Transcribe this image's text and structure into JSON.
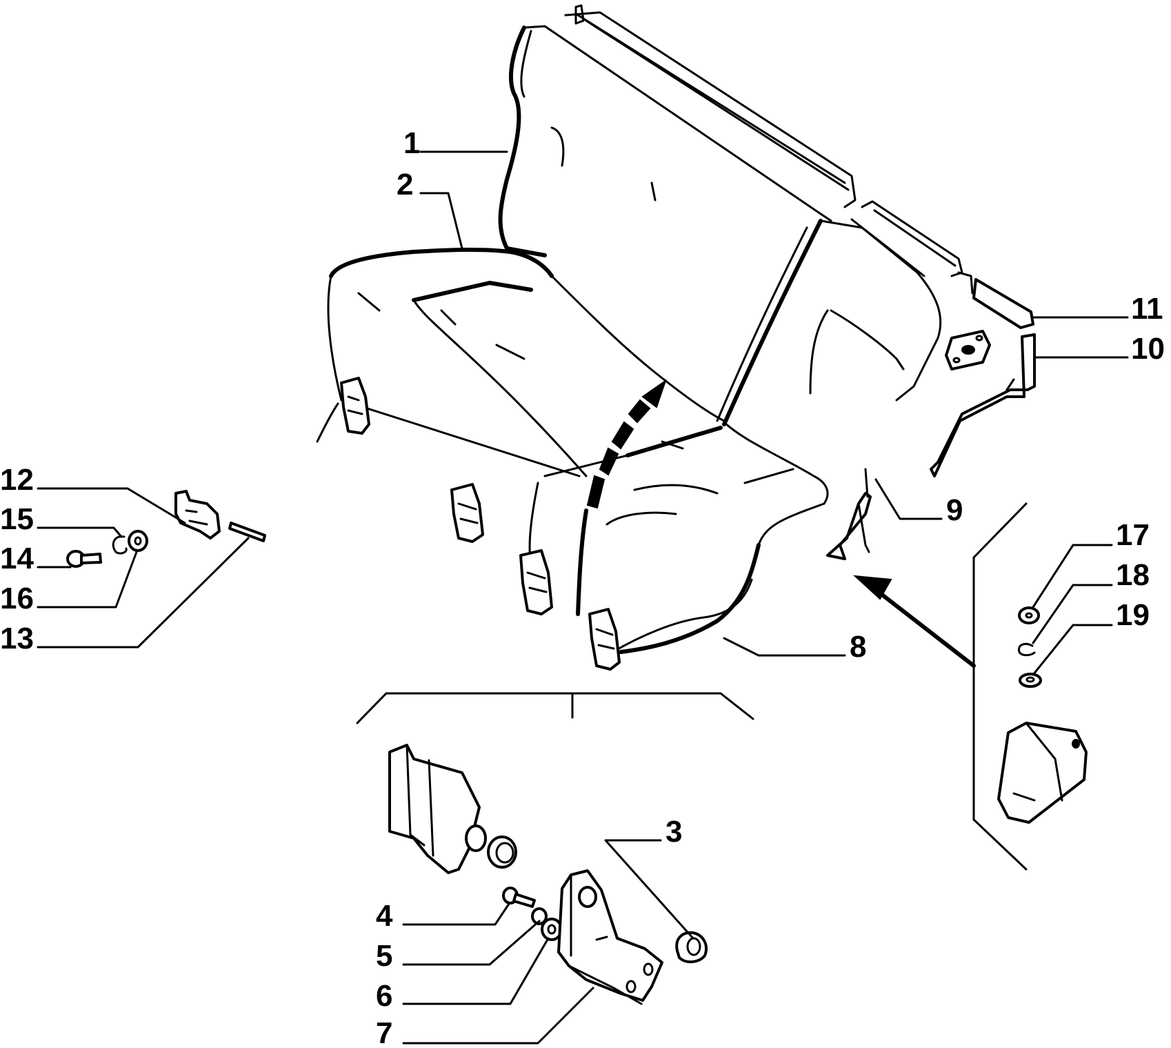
{
  "diagram": {
    "callouts": [
      {
        "id": "1",
        "label": "1"
      },
      {
        "id": "2",
        "label": "2"
      },
      {
        "id": "3",
        "label": "3"
      },
      {
        "id": "4",
        "label": "4"
      },
      {
        "id": "5",
        "label": "5"
      },
      {
        "id": "6",
        "label": "6"
      },
      {
        "id": "7",
        "label": "7"
      },
      {
        "id": "8",
        "label": "8"
      },
      {
        "id": "9",
        "label": "9"
      },
      {
        "id": "10",
        "label": "10"
      },
      {
        "id": "11",
        "label": "11"
      },
      {
        "id": "12",
        "label": "12"
      },
      {
        "id": "13",
        "label": "13"
      },
      {
        "id": "14",
        "label": "14"
      },
      {
        "id": "15",
        "label": "15"
      },
      {
        "id": "16",
        "label": "16"
      },
      {
        "id": "17",
        "label": "17"
      },
      {
        "id": "18",
        "label": "18"
      },
      {
        "id": "19",
        "label": "19"
      }
    ],
    "parts": [
      {
        "id": "seat-backrest-left",
        "callout": "1"
      },
      {
        "id": "seat-cushion-left",
        "callout": "2"
      },
      {
        "id": "pivot-bushing",
        "callout": "3"
      },
      {
        "id": "screw",
        "callout": "4"
      },
      {
        "id": "spring-washer",
        "callout": "5"
      },
      {
        "id": "flat-washer",
        "callout": "6"
      },
      {
        "id": "hinge-bracket",
        "callout": "7"
      },
      {
        "id": "seat-cushion-right",
        "callout": "8"
      },
      {
        "id": "seat-support-bracket",
        "callout": "9"
      },
      {
        "id": "side-trim-panel",
        "callout": "10"
      },
      {
        "id": "backrest-upper-trim",
        "callout": "11"
      },
      {
        "id": "latch-plate",
        "callout": "12"
      },
      {
        "id": "pin",
        "callout": "13"
      },
      {
        "id": "bolt",
        "callout": "14"
      },
      {
        "id": "lock-washer",
        "callout": "15"
      },
      {
        "id": "washer",
        "callout": "16"
      },
      {
        "id": "nut",
        "callout": "17"
      },
      {
        "id": "lock-washer-small",
        "callout": "18"
      },
      {
        "id": "washer-small",
        "callout": "19"
      }
    ]
  }
}
